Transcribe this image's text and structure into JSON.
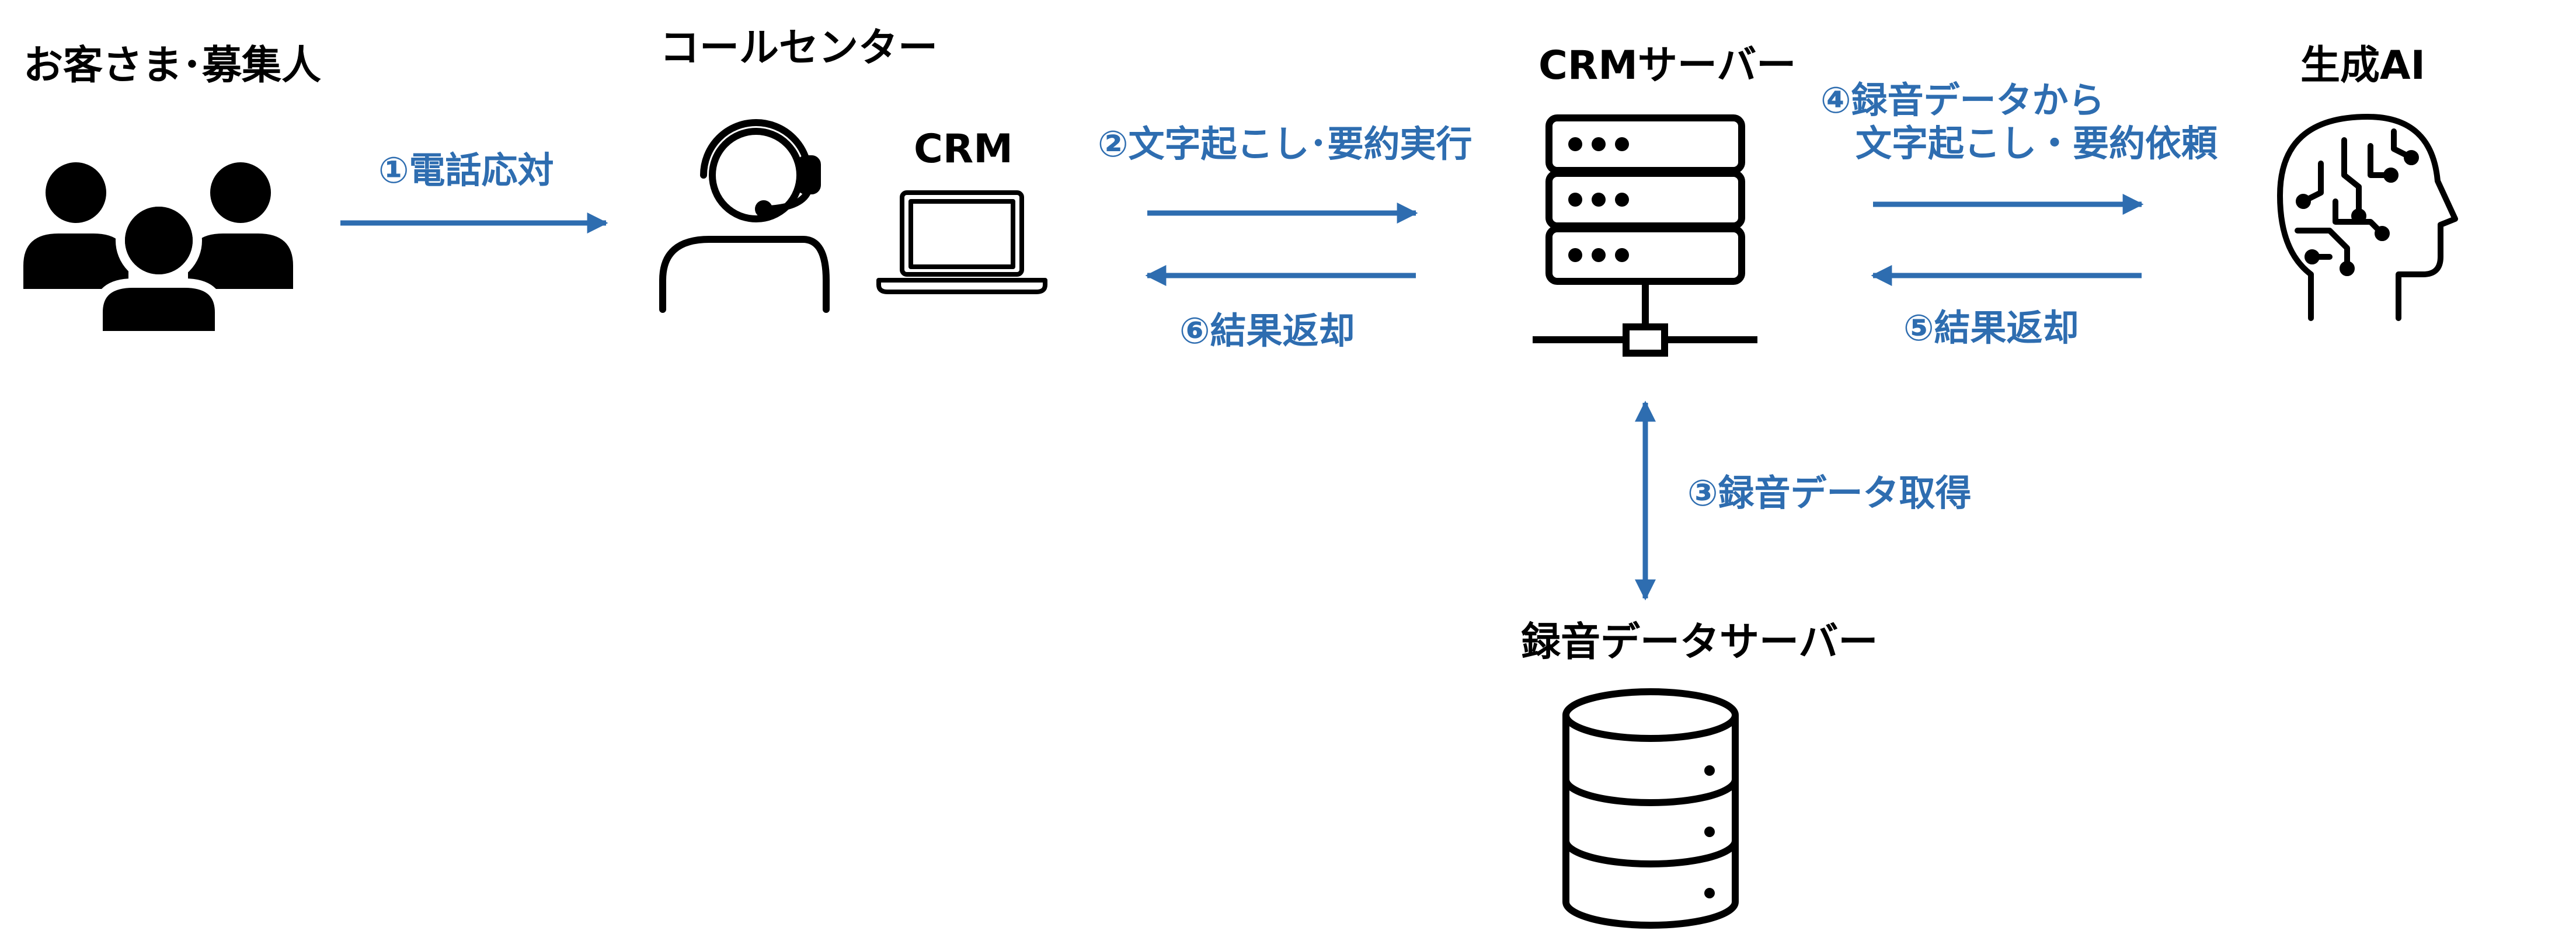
{
  "colors": {
    "accent": "#2e6db0",
    "ink": "#000000",
    "background": "#ffffff"
  },
  "nodes": {
    "customers": {
      "label": "お客さま･募集人",
      "icon": "people-group-icon"
    },
    "call_center": {
      "label": "コールセンター",
      "icon": "operator-headset-icon"
    },
    "crm": {
      "label": "CRM",
      "icon": "laptop-icon"
    },
    "crm_server": {
      "label": "CRMサーバー",
      "icon": "server-rack-icon"
    },
    "gen_ai": {
      "label": "生成AI",
      "icon": "ai-brain-head-icon"
    },
    "recording_server": {
      "label": "録音データサーバー",
      "icon": "database-icon"
    }
  },
  "steps": {
    "s1": "①電話応対",
    "s2": "②文字起こし･要約実行",
    "s3": "③録音データ取得",
    "s4_line1": "④録音データから",
    "s4_line2": "文字起こし・要約依頼",
    "s5": "⑤結果返却",
    "s6": "⑥結果返却"
  }
}
